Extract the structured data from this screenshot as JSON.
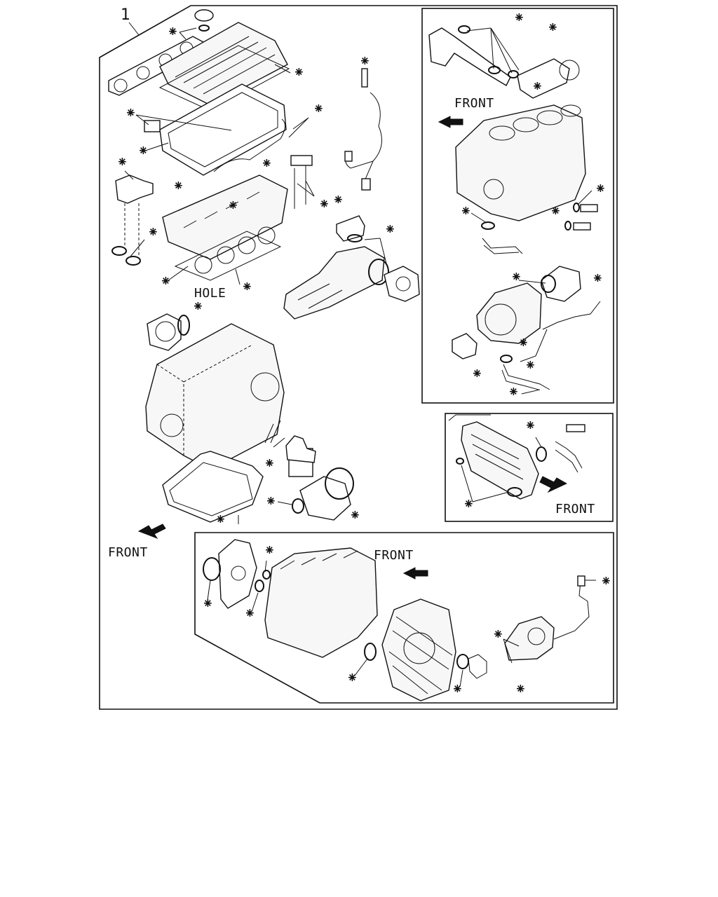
{
  "figure": {
    "item_number": "1",
    "asterisk_mark": "⁕",
    "labels": {
      "hole": "HOLE",
      "front": "FRONT"
    }
  }
}
